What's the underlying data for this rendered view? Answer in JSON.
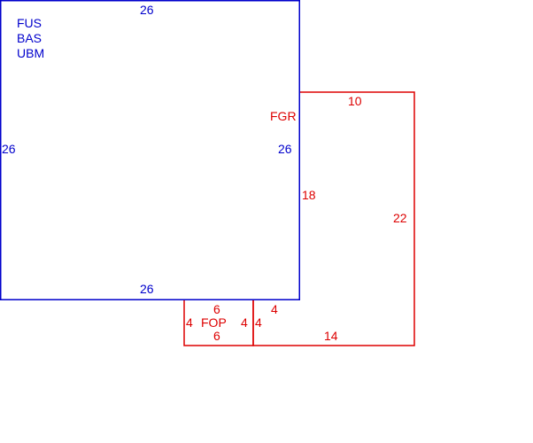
{
  "colors": {
    "blue": "#0000cc",
    "red": "#dd0000"
  },
  "blue_room": {
    "labels": [
      "FUS",
      "BAS",
      "UBM"
    ],
    "dim_top": "26",
    "dim_left": "26",
    "dim_right": "26",
    "dim_bottom": "26"
  },
  "red_room": {
    "label": "FGR",
    "dim_top": "10",
    "dim_left": "18",
    "dim_right": "22",
    "dim_bottom": "14",
    "dim_notch_top": "4",
    "dim_notch_left": "4"
  },
  "small_room": {
    "label": "FOP",
    "dim_top": "6",
    "dim_bottom": "6",
    "dim_left": "4",
    "dim_right": "4"
  }
}
